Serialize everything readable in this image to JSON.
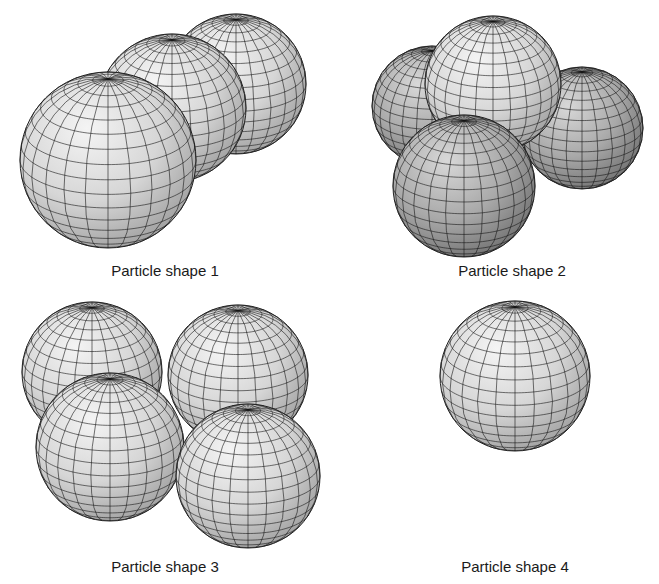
{
  "diagram": {
    "labels": [
      "Particle shape 1",
      "Particle shape 2",
      "Particle shape 3",
      "Particle shape 4"
    ]
  }
}
